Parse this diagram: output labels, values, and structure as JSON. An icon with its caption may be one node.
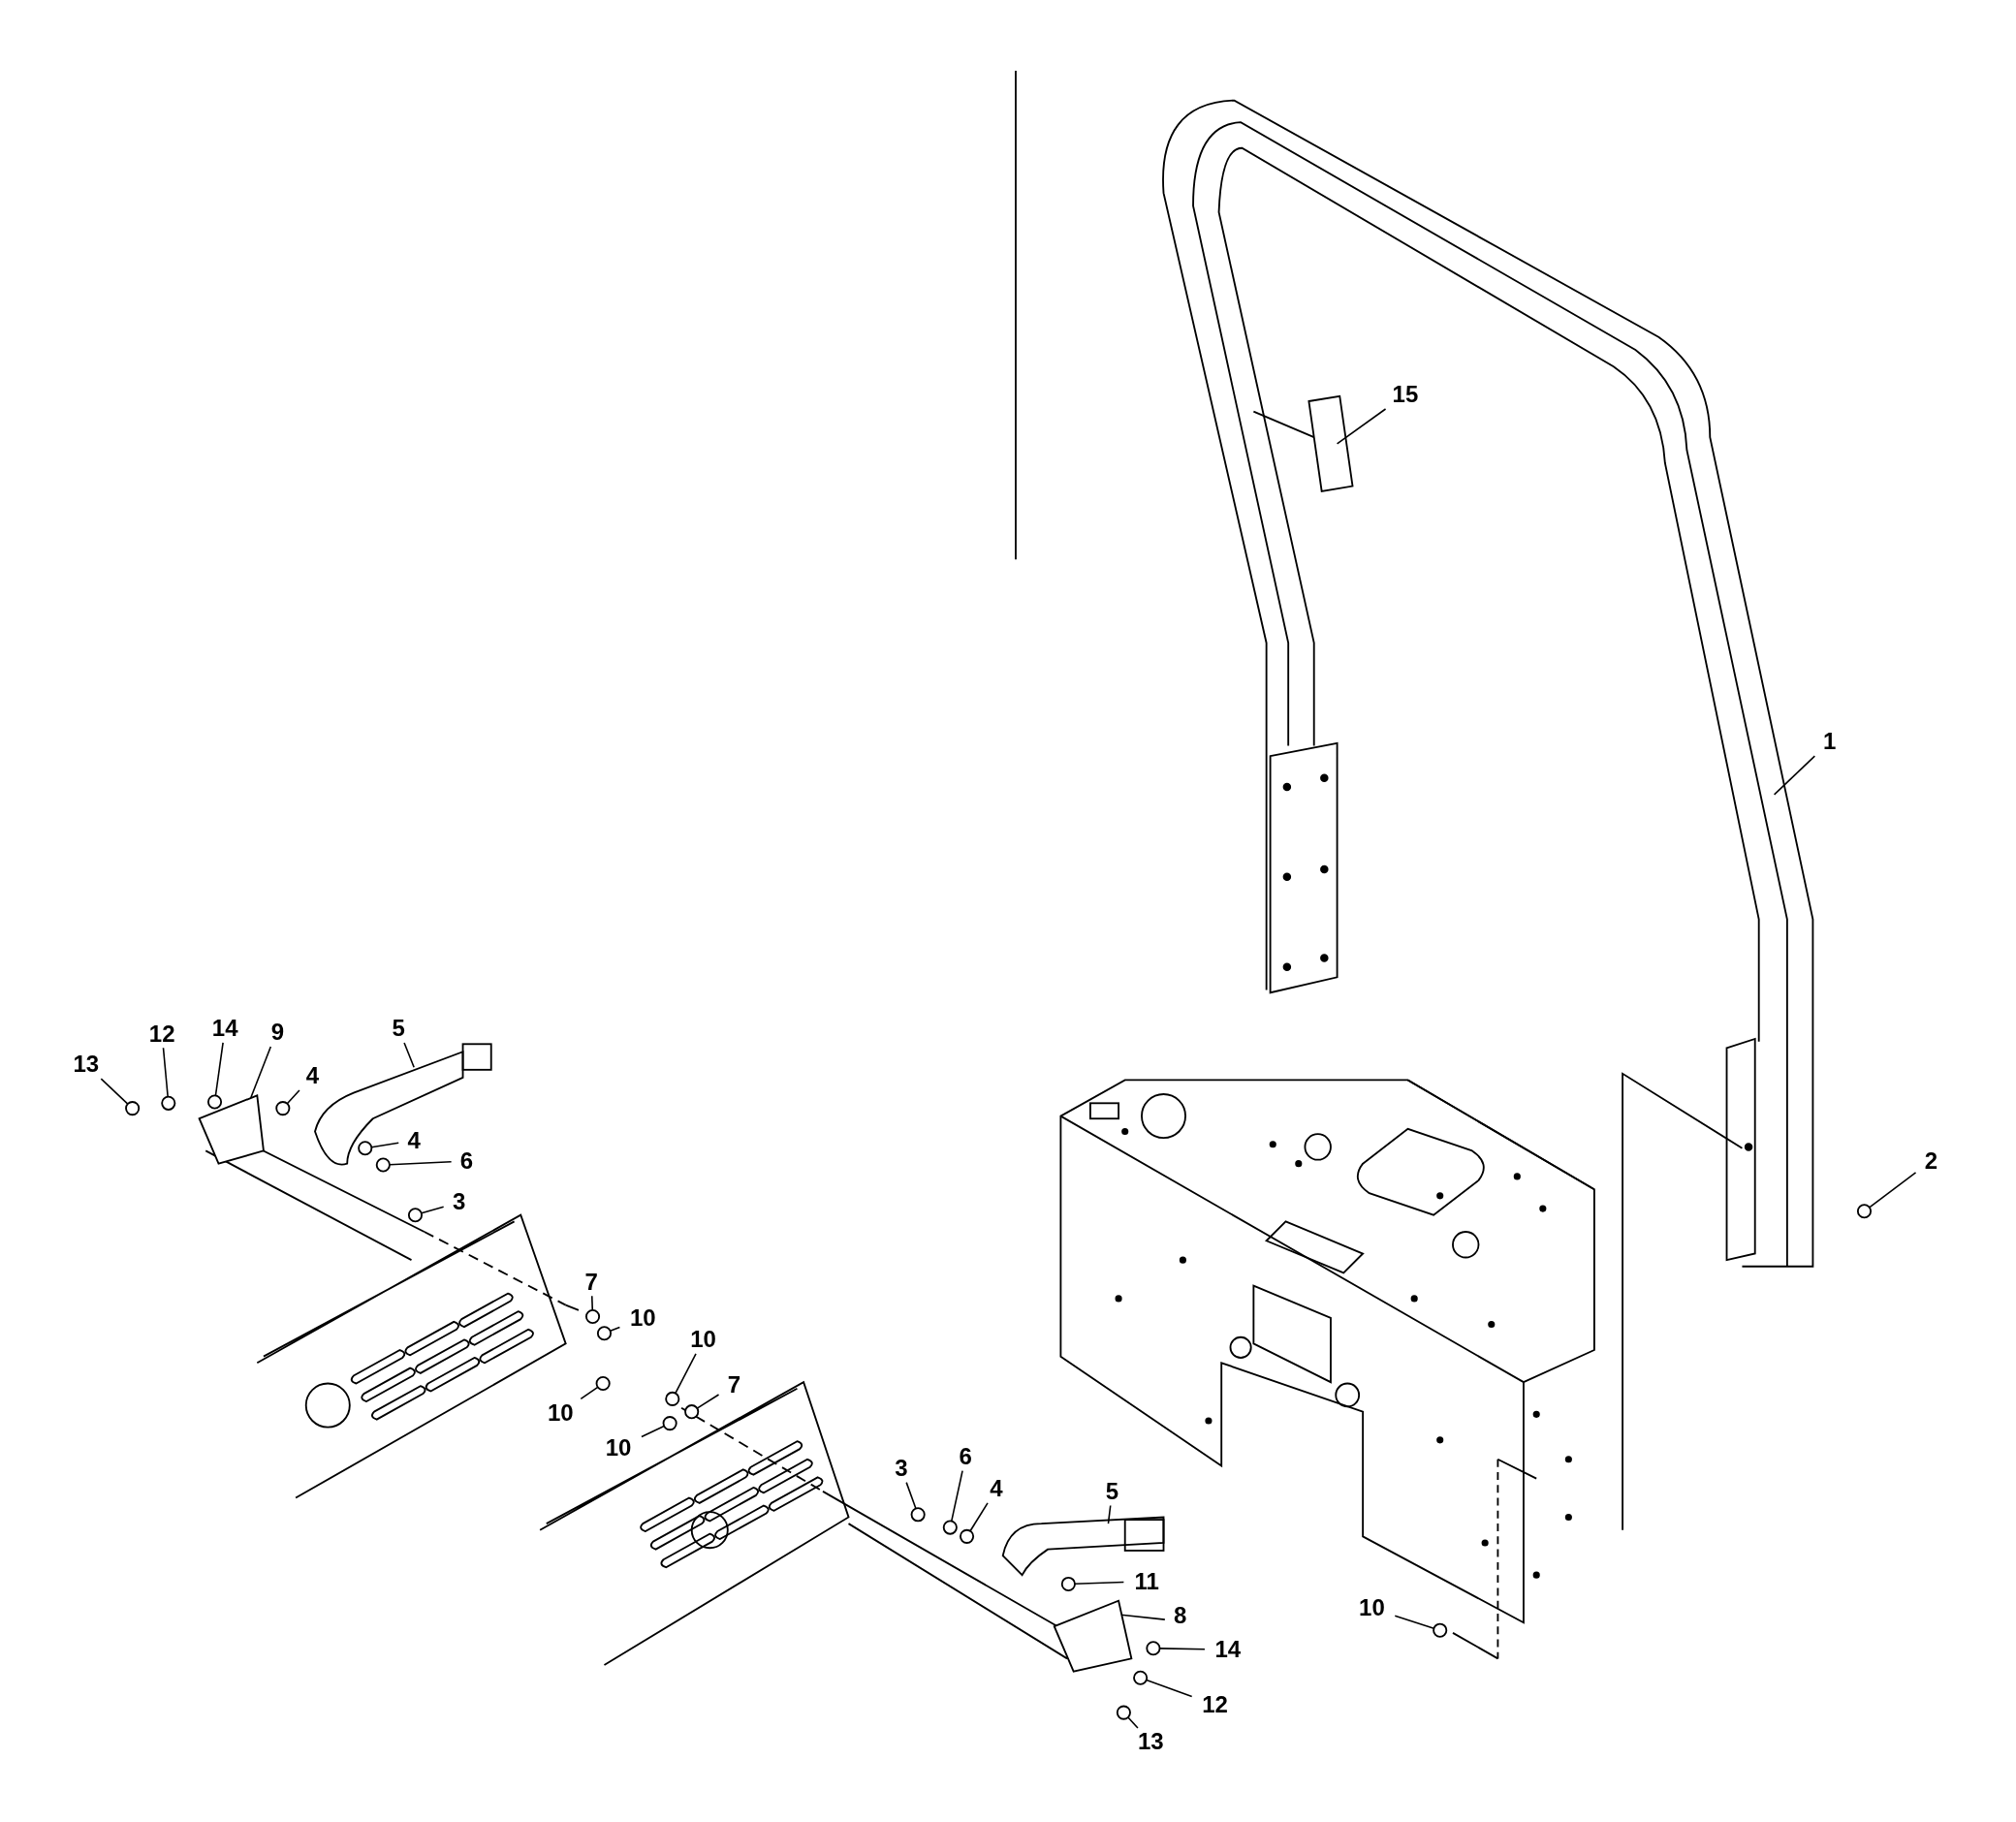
{
  "diagram": {
    "nodes": [
      {
        "text": [
          "15"
        ]
      },
      {
        "text": [
          "1"
        ]
      },
      {
        "text": [
          "2"
        ]
      },
      {
        "text": [
          "13"
        ]
      },
      {
        "text": [
          "12"
        ]
      },
      {
        "text": [
          "14"
        ]
      },
      {
        "text": [
          "9"
        ]
      },
      {
        "text": [
          "4"
        ]
      },
      {
        "text": [
          "5"
        ]
      },
      {
        "text": [
          "4"
        ]
      },
      {
        "text": [
          "6"
        ]
      },
      {
        "text": [
          "3"
        ]
      },
      {
        "text": [
          "7"
        ]
      },
      {
        "text": [
          "10"
        ]
      },
      {
        "text": [
          "10"
        ]
      },
      {
        "text": [
          "10"
        ]
      },
      {
        "text": [
          "7"
        ]
      },
      {
        "text": [
          "10"
        ]
      },
      {
        "text": [
          "3"
        ]
      },
      {
        "text": [
          "6"
        ]
      },
      {
        "text": [
          "4"
        ]
      },
      {
        "text": [
          "5"
        ]
      },
      {
        "text": [
          "11"
        ]
      },
      {
        "text": [
          "8"
        ]
      },
      {
        "text": [
          "14"
        ]
      },
      {
        "text": [
          "12"
        ]
      },
      {
        "text": [
          "13"
        ]
      },
      {
        "text": [
          "10"
        ]
      },
      {
        "text": [],
        "shape": "circle"
      },
      {
        "text": [],
        "shape": "circle"
      },
      {
        "text": [],
        "shape": "circle"
      },
      {
        "text": [],
        "shape": "circle"
      },
      {
        "text": [],
        "shape": "circle"
      },
      {
        "text": [],
        "shape": "circle"
      },
      {
        "text": [],
        "shape": "circle"
      },
      {
        "text": [],
        "shape": "circle"
      },
      {
        "text": [],
        "shape": "circle"
      },
      {
        "text": [],
        "shape": "circle"
      },
      {
        "text": [],
        "shape": "circle"
      },
      {
        "text": [],
        "shape": "circle"
      },
      {
        "text": [],
        "shape": "circle"
      },
      {
        "text": [],
        "shape": "circle"
      },
      {
        "text": [],
        "shape": "circle"
      },
      {
        "text": [],
        "shape": "circle"
      },
      {
        "text": [],
        "shape": "circle"
      },
      {
        "text": [],
        "shape": "circle"
      },
      {
        "text": [],
        "shape": "circle"
      },
      {
        "text": [],
        "shape": "circle"
      },
      {
        "text": [],
        "shape": "circle"
      },
      {
        "text": [],
        "shape": "circle"
      },
      {
        "text": [],
        "shape": "plate"
      },
      {
        "text": [],
        "shape": "plate"
      }
    ],
    "edges": [
      {
        "from": 0,
        "to": null,
        "arrow": "none"
      },
      {
        "from": 1,
        "to": null,
        "arrow": "none"
      },
      {
        "from": 2,
        "to": 28,
        "arrow": "none"
      },
      {
        "from": 3,
        "to": 29,
        "arrow": "none"
      },
      {
        "from": 4,
        "to": 30,
        "arrow": "none"
      },
      {
        "from": 5,
        "to": 31,
        "arrow": "none"
      },
      {
        "from": 6,
        "to": 50,
        "arrow": "none"
      },
      {
        "from": 7,
        "to": 32,
        "arrow": "none"
      },
      {
        "from": 8,
        "to": null,
        "arrow": "none"
      },
      {
        "from": 9,
        "to": 33,
        "arrow": "none"
      },
      {
        "from": 10,
        "to": 34,
        "arrow": "none"
      },
      {
        "from": 11,
        "to": 35,
        "arrow": "none"
      },
      {
        "from": 12,
        "to": 36,
        "arrow": "none"
      },
      {
        "from": 13,
        "to": 37,
        "arrow": "none"
      },
      {
        "from": 14,
        "to": 38,
        "arrow": "none"
      },
      {
        "from": 15,
        "to": 39,
        "arrow": "none"
      },
      {
        "from": 16,
        "to": 40,
        "arrow": "none"
      },
      {
        "from": 17,
        "to": 41,
        "arrow": "none"
      },
      {
        "from": 18,
        "to": 42,
        "arrow": "none"
      },
      {
        "from": 19,
        "to": 43,
        "arrow": "none"
      },
      {
        "from": 20,
        "to": 44,
        "arrow": "none"
      },
      {
        "from": 21,
        "to": null,
        "arrow": "none"
      },
      {
        "from": 22,
        "to": 45,
        "arrow": "none"
      },
      {
        "from": 23,
        "to": 51,
        "arrow": "none"
      },
      {
        "from": 24,
        "to": 46,
        "arrow": "none"
      },
      {
        "from": 25,
        "to": 47,
        "arrow": "none"
      },
      {
        "from": 26,
        "to": 48,
        "arrow": "none"
      },
      {
        "from": 27,
        "to": 49,
        "arrow": "none"
      }
    ]
  }
}
